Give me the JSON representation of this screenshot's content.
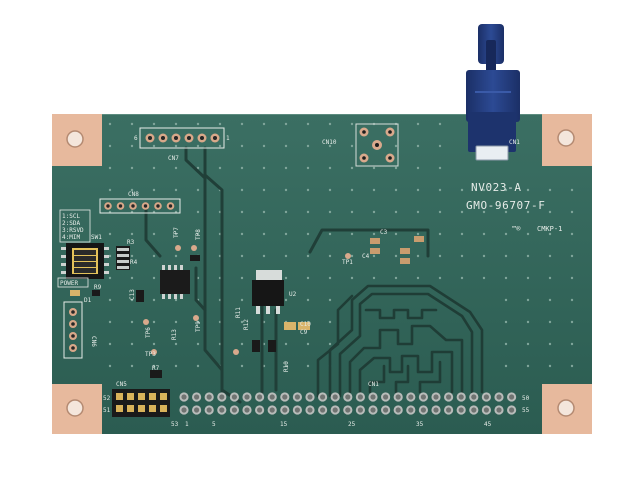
{
  "board": {
    "id_line_1": "NV023-A",
    "id_line_2": "GMO-96707-F",
    "ul_mark": "™®",
    "cert": "CMKP-1"
  },
  "refdes": {
    "cn1": "CN1",
    "cn5": "CN5",
    "cn6": "CN6",
    "cn7": "CN7",
    "cn8": "CN8",
    "cn10": "CN10",
    "d1": "D1",
    "sw1": "SW1",
    "u2": "U2",
    "power": "POWER",
    "tp1": "TP1",
    "tp3": "TP3",
    "tp6": "TP6",
    "tp7": "TP7",
    "tp8": "TP8",
    "tp9": "TP9",
    "r3": "R3",
    "r4": "R4",
    "r7": "R7",
    "r9": "R9",
    "r10": "R10",
    "r11": "R11",
    "r12": "R12",
    "r13": "R13",
    "c3": "C3",
    "c4": "C4",
    "c9": "C9",
    "c10": "C10",
    "c13": "C13"
  },
  "switch_legend": [
    "1:SCL",
    "2:SDA",
    "3:RSVD",
    "4:MIM"
  ],
  "pin_numbers": {
    "n1": "1",
    "n5": "5",
    "n6": "6",
    "n15": "15",
    "n25": "25",
    "n35": "35",
    "n45": "45",
    "n50": "50",
    "n51": "51",
    "n52": "52",
    "n53": "53",
    "n55": "55"
  },
  "colors": {
    "pcb": "#2f6458",
    "copper_pad": "#e7b99d",
    "silkscreen": "#e6ece8",
    "fakra_connector": "#223a7a"
  }
}
